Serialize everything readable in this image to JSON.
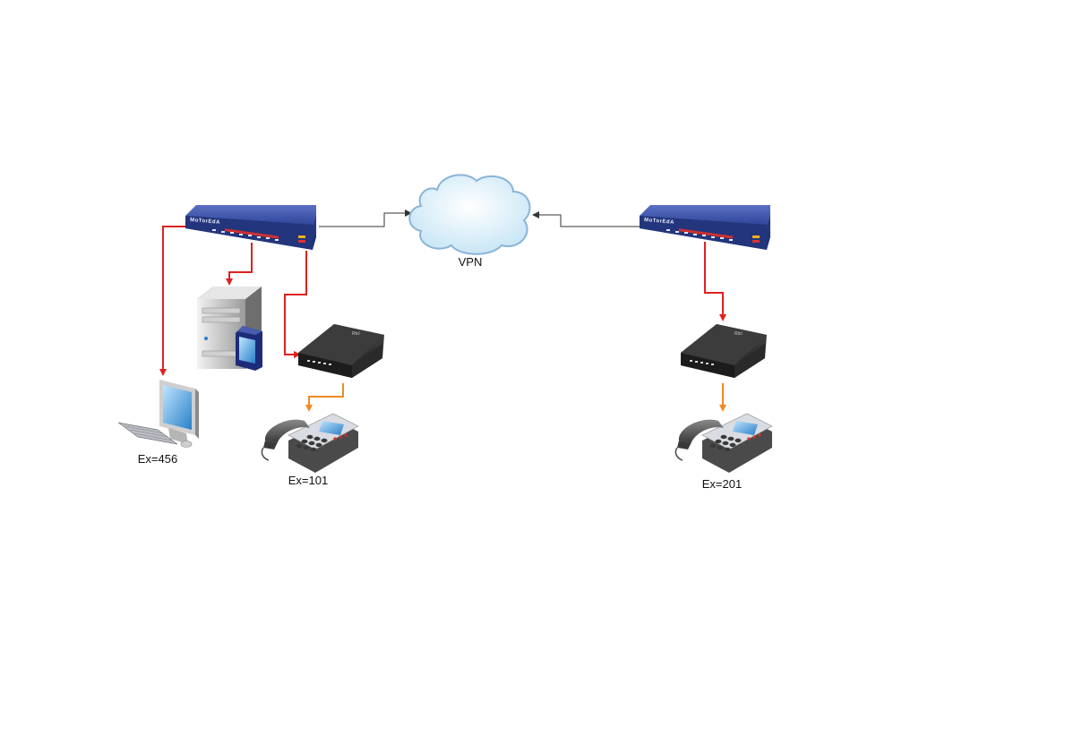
{
  "diagram": {
    "cloud_label": "VPN",
    "labels": {
      "pc": "Ex=456",
      "phone_left": "Ex=101",
      "phone_right": "Ex=201"
    },
    "icons": {
      "router_left": "router-icon",
      "router_right": "router-icon",
      "cloud": "cloud-icon",
      "server": "server-tower-icon",
      "pda": "pda-icon",
      "desktop": "desktop-computer-icon",
      "gateway_left": "voip-gateway-icon",
      "gateway_right": "voip-gateway-icon",
      "phone_left": "desk-phone-icon",
      "phone_right": "desk-phone-icon"
    },
    "colors": {
      "router_body": "#2a3f8f",
      "lan_link": "#e02020",
      "phone_link": "#f08a20",
      "wan_link": "#333333",
      "cloud_fill": "#d8eef8",
      "cloud_stroke": "#8ab4d6"
    },
    "connections": [
      {
        "from": "router_left",
        "to": "cloud",
        "kind": "wan"
      },
      {
        "from": "router_right",
        "to": "cloud",
        "kind": "wan"
      },
      {
        "from": "router_left",
        "to": "desktop",
        "kind": "lan"
      },
      {
        "from": "router_left",
        "to": "server",
        "kind": "lan"
      },
      {
        "from": "router_left",
        "to": "gateway_left",
        "kind": "lan"
      },
      {
        "from": "gateway_left",
        "to": "phone_left",
        "kind": "phone"
      },
      {
        "from": "router_right",
        "to": "gateway_right",
        "kind": "lan"
      },
      {
        "from": "gateway_right",
        "to": "phone_right",
        "kind": "phone"
      }
    ]
  }
}
